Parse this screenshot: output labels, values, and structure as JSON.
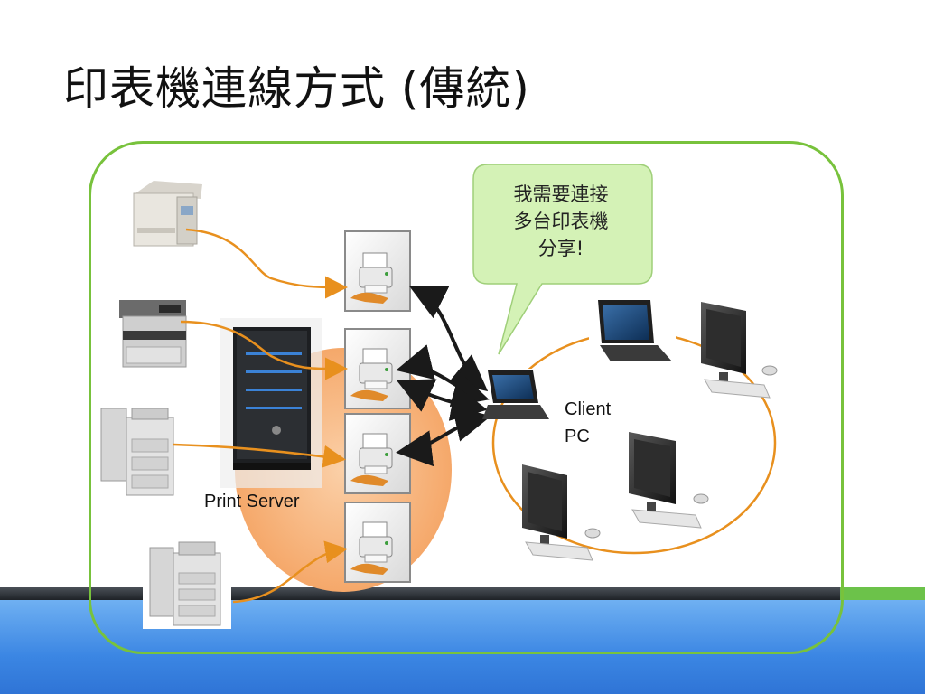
{
  "slide": {
    "title": "印表機連線方式 (傳統)"
  },
  "diagram": {
    "speech_bubble": {
      "lines": [
        "我需要連接",
        "多台印表機",
        "分享!"
      ]
    },
    "client_label": {
      "line1": "Client",
      "line2": "PC"
    },
    "server_label": "Print Server",
    "colors": {
      "frame": "#78c23c",
      "connector": "#e8901e",
      "bubble_fill": "#d4f2b6",
      "server_glow": "#f7b27a",
      "blue_band": "#3b86e3",
      "dark_band": "#2a2f35"
    }
  }
}
